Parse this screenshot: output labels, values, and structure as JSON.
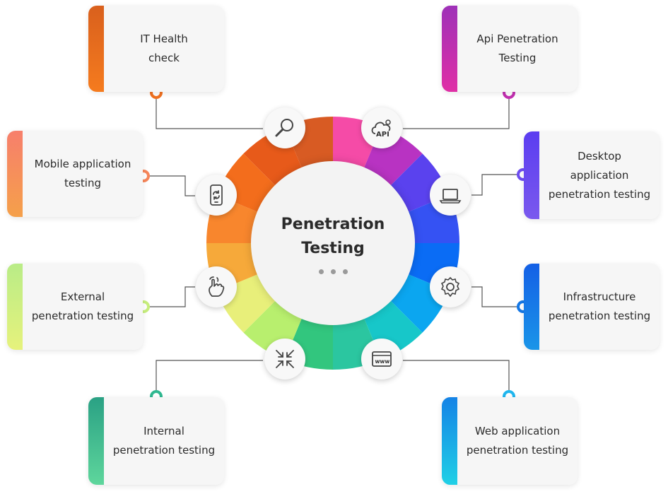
{
  "diagram": {
    "center_title_line1": "Penetration",
    "center_title_line2": "Testing",
    "icons": {
      "api_text": "API",
      "www_text": "www"
    },
    "cards": [
      {
        "id": "it-health",
        "line1": "IT Health",
        "line2": "check",
        "line3": "",
        "color": "#f0701f"
      },
      {
        "id": "api",
        "line1": "Api Penetration",
        "line2": "Testing",
        "line3": "",
        "color": "#c22fb0"
      },
      {
        "id": "mobile",
        "line1": "Mobile application",
        "line2": "testing",
        "line3": "",
        "color": "#f6865a"
      },
      {
        "id": "desktop",
        "line1": "Desktop",
        "line2": "application",
        "line3": "penetration testing",
        "color": "#6d4df0"
      },
      {
        "id": "external",
        "line1": "External",
        "line2": "penetration testing",
        "line3": "",
        "color": "#c7ee7d"
      },
      {
        "id": "infrastructure",
        "line1": "Infrastructure",
        "line2": "penetration testing",
        "line3": "",
        "color": "#1578e6"
      },
      {
        "id": "internal",
        "line1": "Internal",
        "line2": "penetration testing",
        "line3": "",
        "color": "#2fb890"
      },
      {
        "id": "web",
        "line1": "Web application",
        "line2": "penetration testing",
        "line3": "",
        "color": "#1fb6ee"
      }
    ],
    "ring_colors": [
      "#f54ba7",
      "#b833c2",
      "#5a42ee",
      "#3552f3",
      "#0a6cf5",
      "#0ba6f0",
      "#17c7c9",
      "#2bc6a0",
      "#32c67e",
      "#b8ef6e",
      "#e8ef7a",
      "#f6a93a",
      "#f8862d",
      "#f36d1c",
      "#e75a1a",
      "#d85b23"
    ],
    "icon_names": [
      "search-icon",
      "api-cloud-icon",
      "laptop-icon",
      "gear-icon",
      "www-browser-icon",
      "compress-arrows-icon",
      "hand-touch-icon",
      "mobile-sync-icon"
    ]
  }
}
